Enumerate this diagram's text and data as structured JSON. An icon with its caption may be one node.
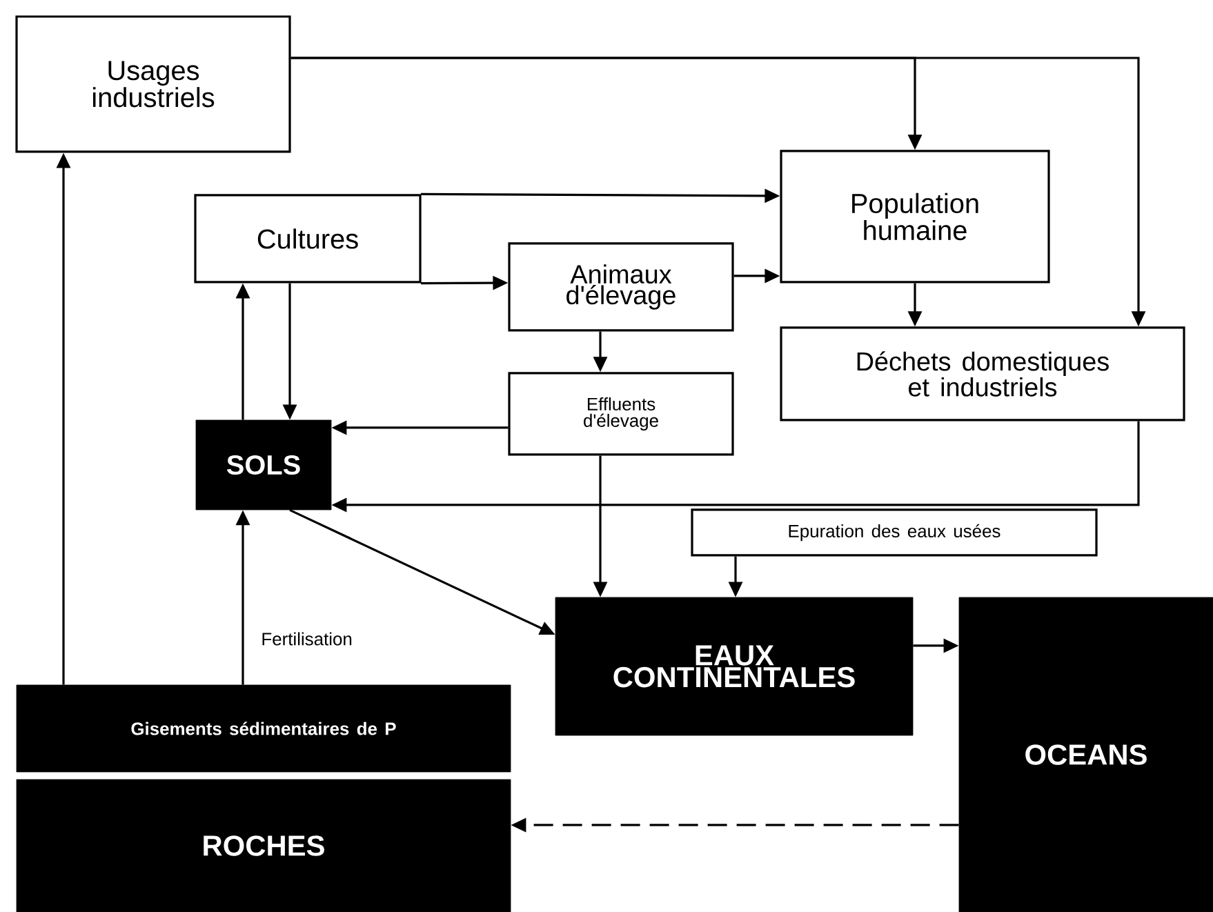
{
  "diagram": {
    "nodes": [
      {
        "text": [
          "Usages industriels"
        ]
      },
      {
        "text": [
          "Cultures"
        ]
      },
      {
        "text": [
          "Animaux d'élevage"
        ]
      },
      {
        "text": [
          "Population humaine"
        ]
      },
      {
        "text": [
          "Déchets domestiques et industriels"
        ]
      },
      {
        "text": [
          "Effluents d'élevage"
        ]
      },
      {
        "text": [
          "SOLS"
        ]
      },
      {
        "text": [
          "Epuration des eaux usées"
        ]
      },
      {
        "text": [
          "EAUX CONTINENTALES"
        ]
      },
      {
        "text": [
          "OCEANS"
        ]
      },
      {
        "text": [
          "Gisements sédimentaires de P"
        ]
      },
      {
        "text": [
          "ROCHES"
        ]
      }
    ],
    "edges": [
      {
        "from": 0,
        "to": 3,
        "arrow": "to"
      },
      {
        "from": 0,
        "to": 4,
        "arrow": "to"
      },
      {
        "from": 1,
        "to": 3,
        "arrow": "to"
      },
      {
        "from": 1,
        "to": 2,
        "arrow": "to"
      },
      {
        "from": 2,
        "to": 3,
        "arrow": "to"
      },
      {
        "from": 3,
        "to": 4,
        "arrow": "to"
      },
      {
        "from": 2,
        "to": 5,
        "arrow": "to"
      },
      {
        "from": 1,
        "to": 6,
        "arrow": "to"
      },
      {
        "from": 6,
        "to": 1,
        "arrow": "to"
      },
      {
        "from": 5,
        "to": 6,
        "arrow": "to"
      },
      {
        "from": 4,
        "to": 6,
        "arrow": "to"
      },
      {
        "from": 5,
        "to": 8,
        "arrow": "to"
      },
      {
        "from": 7,
        "to": 8,
        "arrow": "to"
      },
      {
        "from": 6,
        "to": 8,
        "arrow": "to"
      },
      {
        "from": 8,
        "to": 9,
        "arrow": "to"
      },
      {
        "from": 9,
        "to": 11,
        "arrow": "to",
        "style": "dashed"
      },
      {
        "from": 10,
        "to": 0,
        "arrow": "to"
      },
      {
        "from": 10,
        "to": 6,
        "arrow": "to",
        "label": "Fertilisation"
      }
    ]
  }
}
